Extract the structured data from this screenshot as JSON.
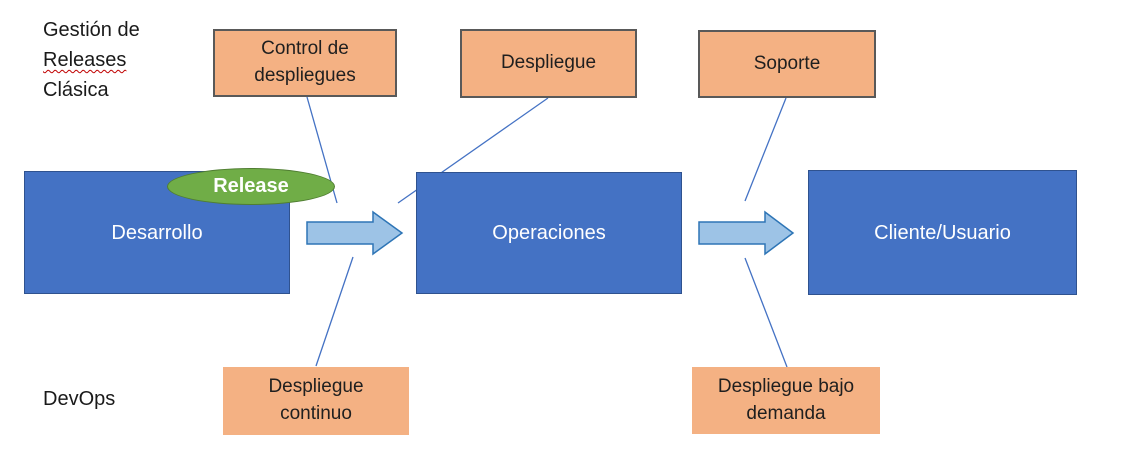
{
  "labels": {
    "classic": {
      "line1": "Gestión de",
      "line2": "Releases",
      "line3": "Clásica"
    },
    "devops": "DevOps"
  },
  "main_flow": [
    {
      "label": "Desarrollo"
    },
    {
      "label": "Operaciones"
    },
    {
      "label": "Cliente/Usuario"
    }
  ],
  "classic_practices": [
    {
      "label": "Control de despliegues"
    },
    {
      "label": "Despliegue"
    },
    {
      "label": "Soporte"
    }
  ],
  "devops_practices": [
    {
      "label": "Despliegue continuo"
    },
    {
      "label": "Despliegue bajo demanda"
    }
  ],
  "release_badge": {
    "label": "Release"
  },
  "colors": {
    "process_box_fill": "#4472C4",
    "process_box_border": "#2F528F",
    "practice_box_fill": "#F4B183",
    "practice_box_border": "#595959",
    "arrow_fill": "#9DC3E6",
    "arrow_border": "#2E75B6",
    "connector_line": "#4472C4",
    "badge_fill": "#70AD47",
    "badge_border": "#507E32",
    "spellcheck_underline": "#C00000"
  }
}
